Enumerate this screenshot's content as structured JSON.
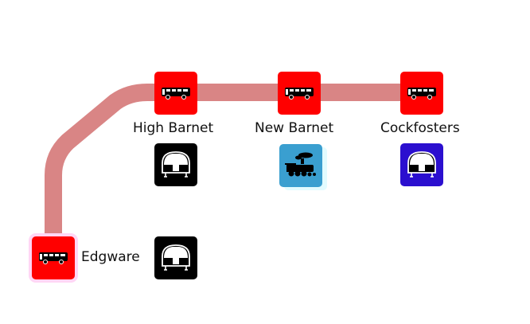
{
  "map": {
    "route_color": "#d98585",
    "bus_tile_color": "#ff0000",
    "stations": [
      {
        "name": "High Barnet",
        "mode_icon": "underground-train",
        "mode_color": "#000000"
      },
      {
        "name": "New Barnet",
        "mode_icon": "steam-train",
        "mode_color": "#3a9fd0"
      },
      {
        "name": "Cockfosters",
        "mode_icon": "underground-train",
        "mode_color": "#2b0fcf"
      },
      {
        "name": "Edgware",
        "mode_icon": "underground-train",
        "mode_color": "#000000"
      }
    ],
    "stop_icon": "bus"
  }
}
